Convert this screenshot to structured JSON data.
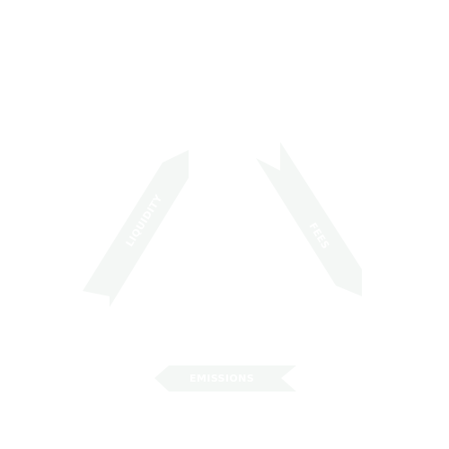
{
  "colors": {
    "background": "#ffffff",
    "ribbon": "#f4f7f5",
    "label": "#ffffff"
  },
  "cycle": {
    "liquidity": "LIQUIDITY",
    "fees": "FEES",
    "emissions": "EMISSIONS"
  }
}
